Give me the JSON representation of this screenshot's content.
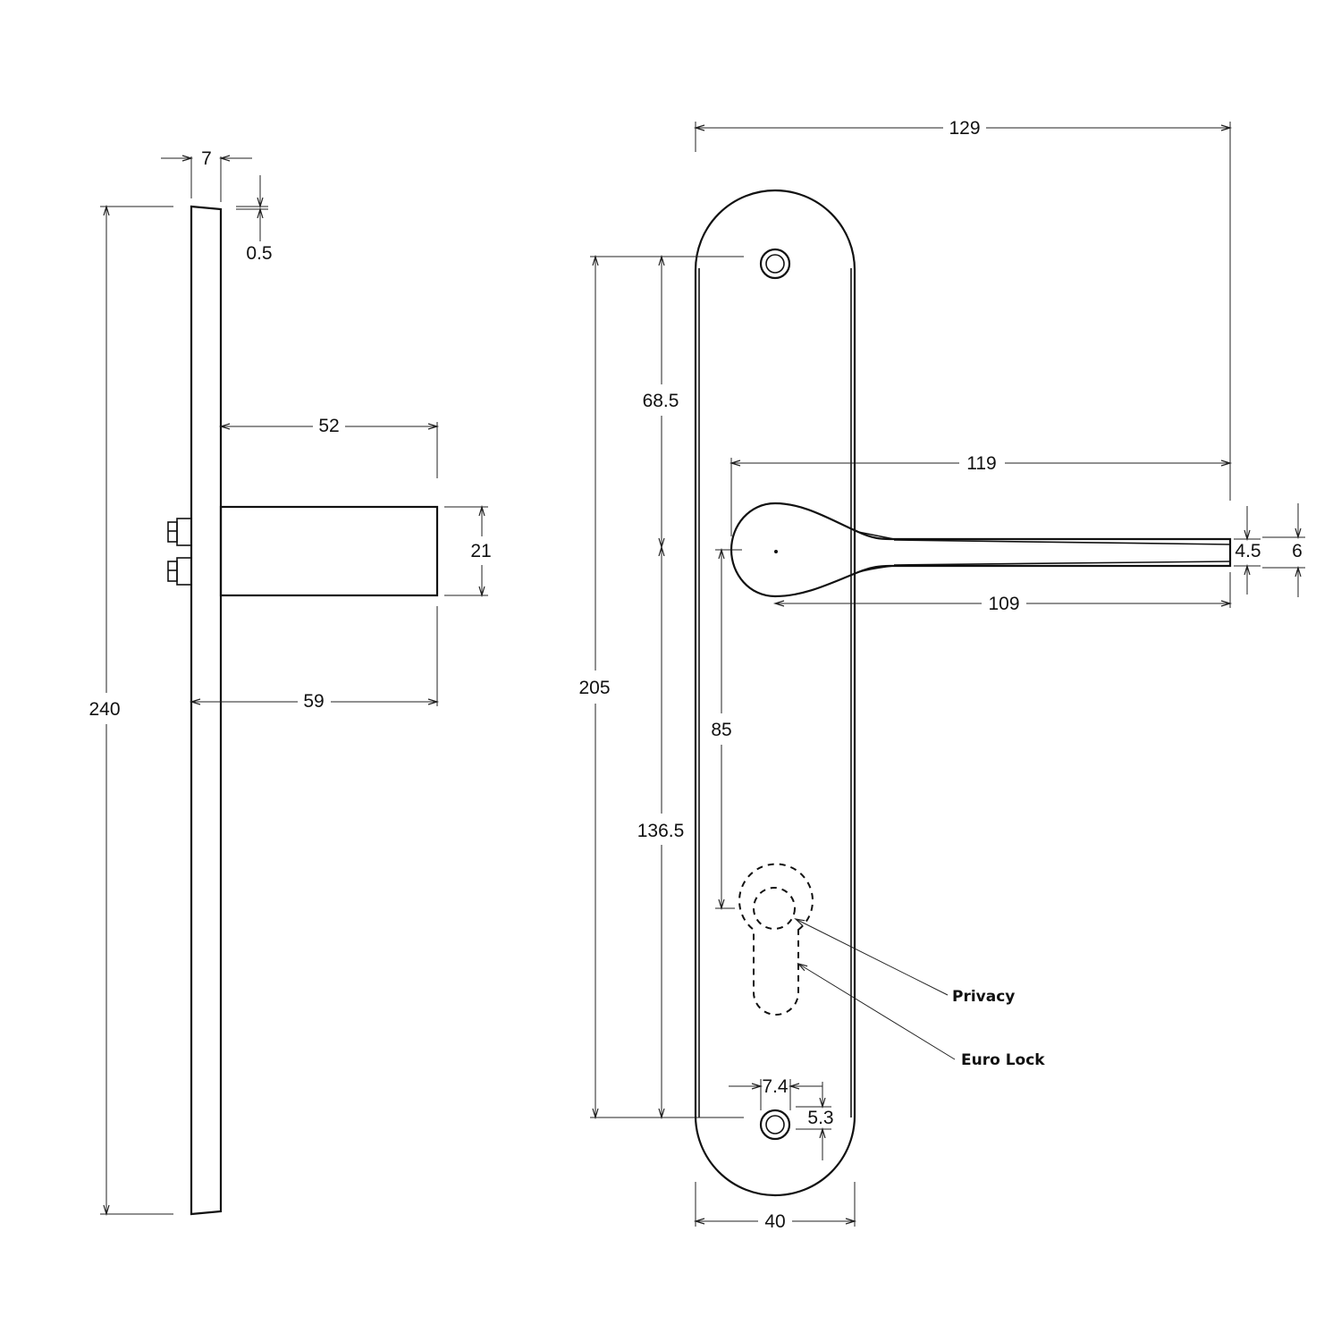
{
  "dimensions": {
    "side_thickness": "7",
    "side_bevel": "0.5",
    "side_height": "240",
    "lever_projection": "52",
    "lever_rose_height": "21",
    "lever_total_projection": "59",
    "plate_lever_width": "129",
    "lever_length": "119",
    "lever_tip_inner": "4.5",
    "lever_tip_outer": "6",
    "lever_grip_length": "109",
    "screw_centres": "205",
    "top_to_spindle": "68.5",
    "spindle_to_bottom": "136.5",
    "spindle_to_lock": "85",
    "screw_hole_width": "7.4",
    "screw_hole_height": "5.3",
    "plate_width": "40"
  },
  "labels": {
    "privacy": "Privacy",
    "euro_lock": "Euro Lock"
  }
}
